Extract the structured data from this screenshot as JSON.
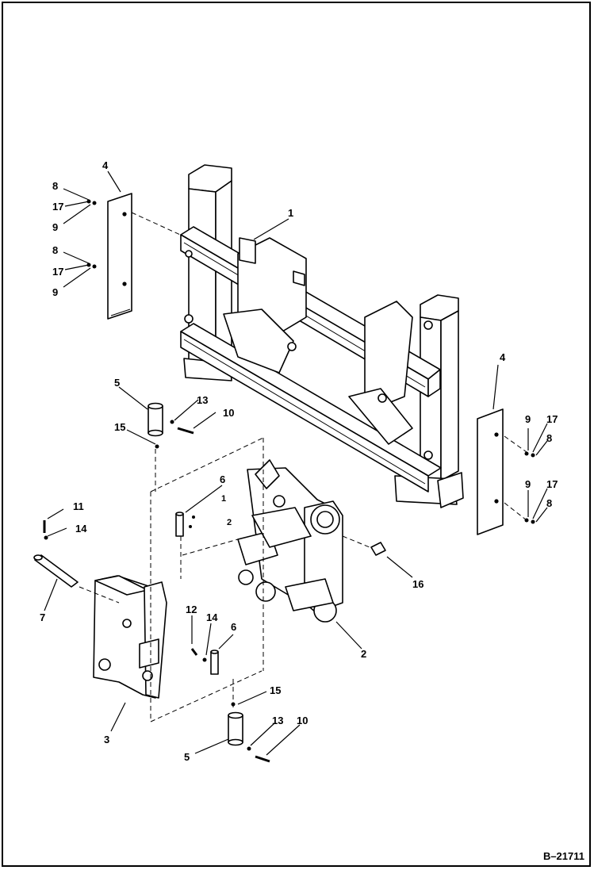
{
  "drawing_number": "B–21711",
  "callouts": [
    {
      "id": "c1",
      "text": "1"
    },
    {
      "id": "c2",
      "text": "2"
    },
    {
      "id": "c3",
      "text": "3"
    },
    {
      "id": "c4a",
      "text": "4"
    },
    {
      "id": "c4b",
      "text": "4"
    },
    {
      "id": "c5a",
      "text": "5"
    },
    {
      "id": "c5b",
      "text": "5"
    },
    {
      "id": "c6a",
      "text": "6"
    },
    {
      "id": "c6b",
      "text": "6"
    },
    {
      "id": "c7",
      "text": "7"
    },
    {
      "id": "c8a",
      "text": "8"
    },
    {
      "id": "c8b",
      "text": "8"
    },
    {
      "id": "c8c",
      "text": "8"
    },
    {
      "id": "c8d",
      "text": "8"
    },
    {
      "id": "c9a",
      "text": "9"
    },
    {
      "id": "c9b",
      "text": "9"
    },
    {
      "id": "c9c",
      "text": "9"
    },
    {
      "id": "c9d",
      "text": "9"
    },
    {
      "id": "c10a",
      "text": "10"
    },
    {
      "id": "c10b",
      "text": "10"
    },
    {
      "id": "c11",
      "text": "11"
    },
    {
      "id": "c12",
      "text": "12"
    },
    {
      "id": "c13a",
      "text": "13"
    },
    {
      "id": "c13b",
      "text": "13"
    },
    {
      "id": "c14a",
      "text": "14"
    },
    {
      "id": "c14b",
      "text": "14"
    },
    {
      "id": "c15a",
      "text": "15"
    },
    {
      "id": "c15b",
      "text": "15"
    },
    {
      "id": "c16",
      "text": "16"
    },
    {
      "id": "c17a",
      "text": "17"
    },
    {
      "id": "c17b",
      "text": "17"
    },
    {
      "id": "c17c",
      "text": "17"
    },
    {
      "id": "c17d",
      "text": "17"
    },
    {
      "id": "c1s",
      "text": "1"
    },
    {
      "id": "c2s",
      "text": "2"
    }
  ]
}
